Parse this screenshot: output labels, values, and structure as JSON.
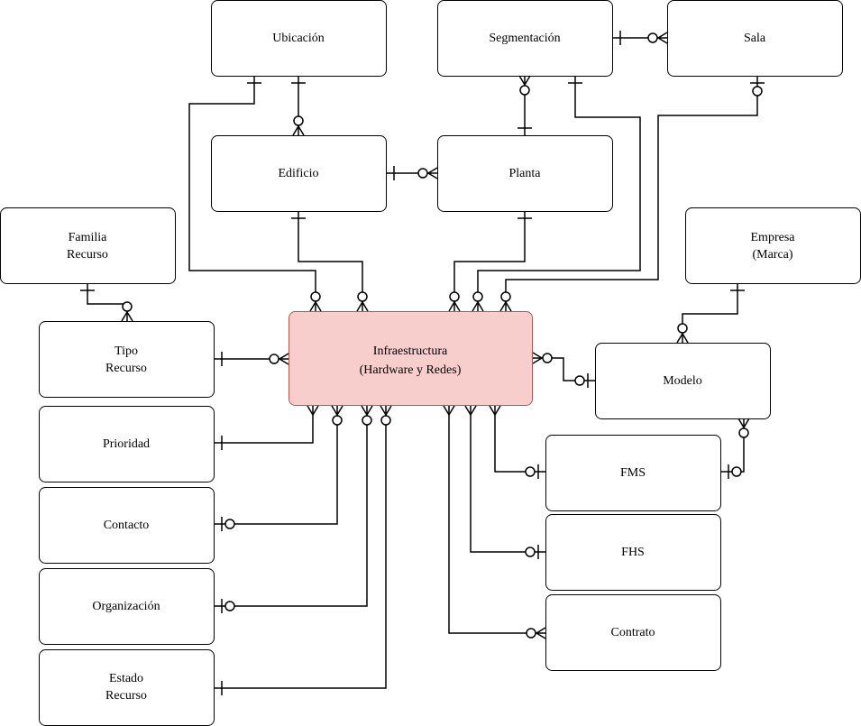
{
  "colors": {
    "highlight_fill": "#f8cecc",
    "highlight_stroke": "#b85450",
    "line": "#000000",
    "box_fill": "#ffffff"
  },
  "entities": {
    "ubicacion": "Ubicación",
    "segmentacion": "Segmentación",
    "sala": "Sala",
    "edificio": "Edificio",
    "planta": "Planta",
    "familia_recurso": [
      "Familia",
      "Recurso"
    ],
    "empresa_marca": [
      "Empresa",
      "(Marca)"
    ],
    "tipo_recurso": [
      "Tipo",
      "Recurso"
    ],
    "infraestructura": [
      "Infraestructura",
      "(Hardware y Redes)"
    ],
    "modelo": "Modelo",
    "prioridad": "Prioridad",
    "fms": "FMS",
    "contacto": "Contacto",
    "fhs": "FHS",
    "organizacion": "Organización",
    "contrato": "Contrato",
    "estado_recurso": [
      "Estado",
      "Recurso"
    ]
  },
  "relationships": [
    {
      "from": "Segmentación",
      "from_end": "one",
      "to": "Sala",
      "to_end": "zero-or-many"
    },
    {
      "from": "Ubicación",
      "from_end": "one",
      "to": "Edificio",
      "to_end": "zero-or-many"
    },
    {
      "from": "Segmentación",
      "from_end": "zero-or-many",
      "to": "Planta",
      "to_end": "one"
    },
    {
      "from": "Edificio",
      "from_end": "one",
      "to": "Planta",
      "to_end": "zero-or-many"
    },
    {
      "from": "Ubicación",
      "from_end": "one",
      "to": "Infraestructura",
      "to_end": "zero-or-many"
    },
    {
      "from": "Edificio",
      "from_end": "one",
      "to": "Infraestructura",
      "to_end": "zero-or-many"
    },
    {
      "from": "Planta",
      "from_end": "one",
      "to": "Infraestructura",
      "to_end": "zero-or-many"
    },
    {
      "from": "Segmentación",
      "from_end": "one",
      "to": "Infraestructura",
      "to_end": "zero-or-many"
    },
    {
      "from": "Sala",
      "from_end": "zero-or-one",
      "to": "Infraestructura",
      "to_end": "zero-or-many"
    },
    {
      "from": "Familia Recurso",
      "from_end": "one",
      "to": "Tipo Recurso",
      "to_end": "zero-or-many"
    },
    {
      "from": "Tipo Recurso",
      "from_end": "one",
      "to": "Infraestructura",
      "to_end": "zero-or-many"
    },
    {
      "from": "Empresa (Marca)",
      "from_end": "one",
      "to": "Modelo",
      "to_end": "zero-or-many"
    },
    {
      "from": "Infraestructura",
      "from_end": "zero-or-many",
      "to": "Modelo",
      "to_end": "zero-or-one"
    },
    {
      "from": "Modelo",
      "from_end": "zero-or-many",
      "to": "FMS",
      "to_end": "zero-or-one"
    },
    {
      "from": "Prioridad",
      "from_end": "one",
      "to": "Infraestructura",
      "to_end": "many"
    },
    {
      "from": "Contacto",
      "from_end": "zero-or-one",
      "to": "Infraestructura",
      "to_end": "zero-or-many"
    },
    {
      "from": "Organización",
      "from_end": "zero-or-one",
      "to": "Infraestructura",
      "to_end": "zero-or-many"
    },
    {
      "from": "Estado Recurso",
      "from_end": "one",
      "to": "Infraestructura",
      "to_end": "zero-or-many"
    },
    {
      "from": "Infraestructura",
      "from_end": "many",
      "to": "FMS",
      "to_end": "zero-or-one"
    },
    {
      "from": "Infraestructura",
      "from_end": "many",
      "to": "FHS",
      "to_end": "zero-or-one"
    },
    {
      "from": "Infraestructura",
      "from_end": "many",
      "to": "Contrato",
      "to_end": "zero-or-many"
    }
  ]
}
